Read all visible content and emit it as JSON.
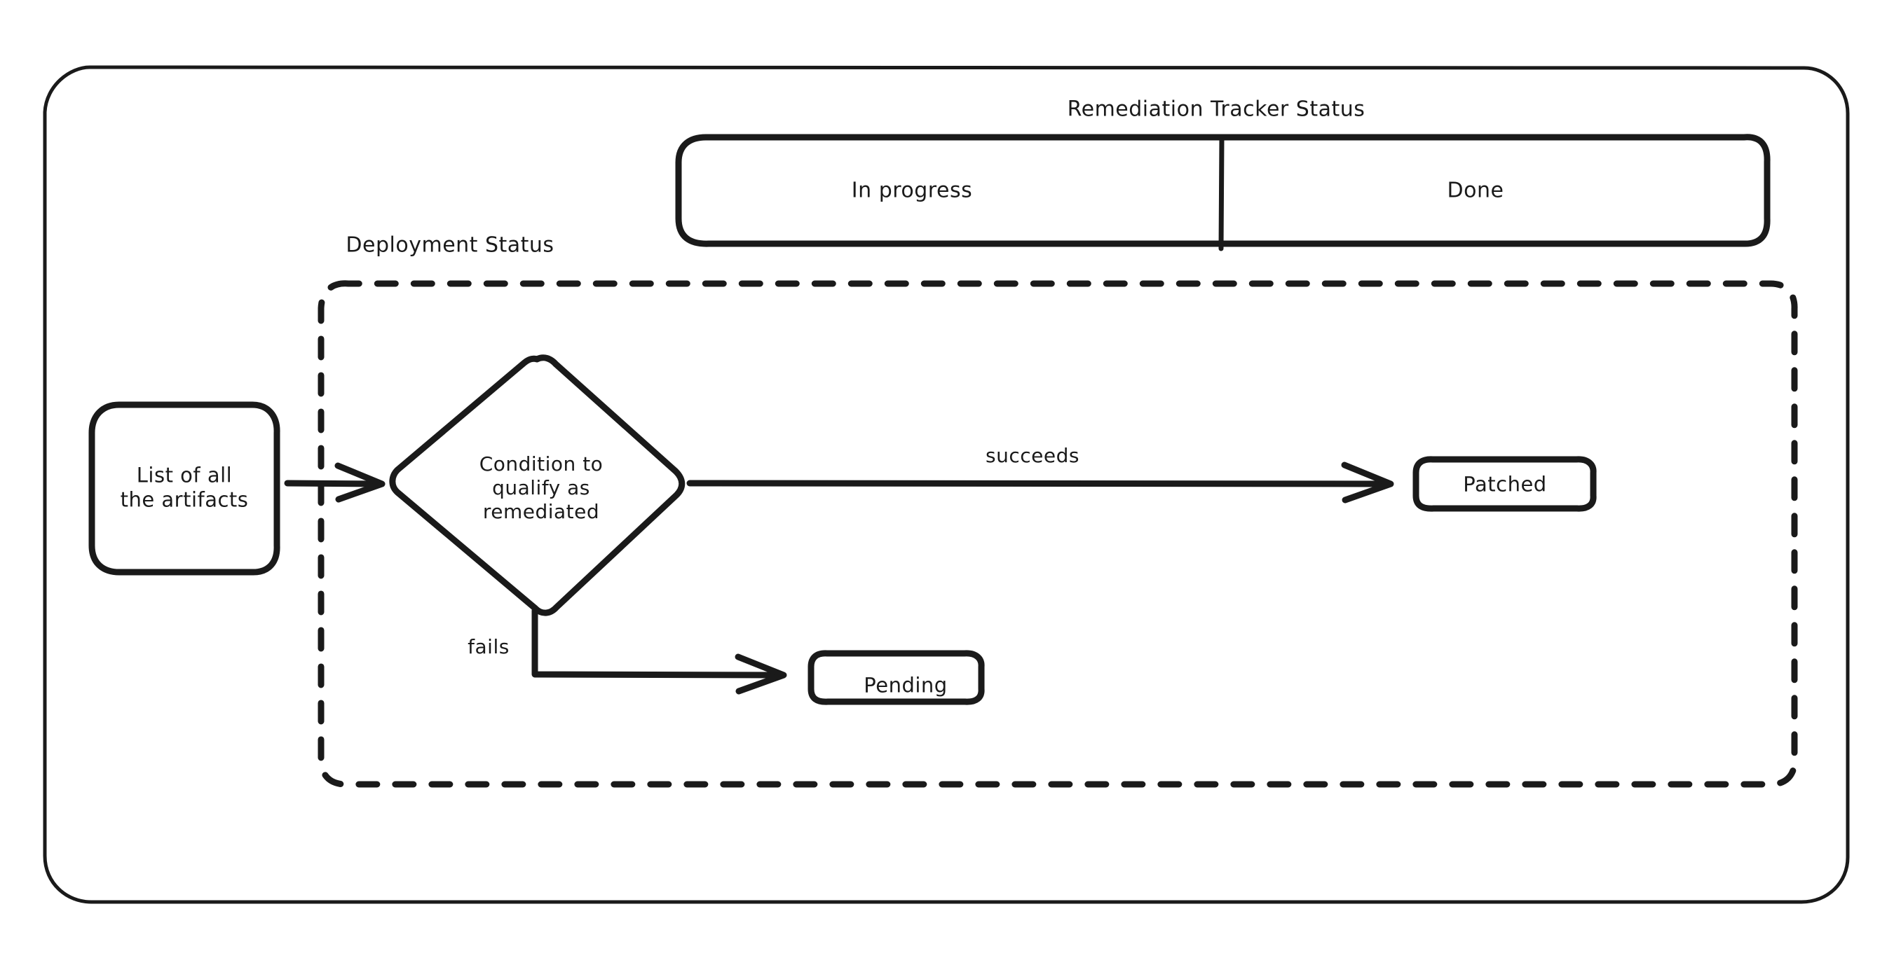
{
  "diagram": {
    "title": "Remediation Tracker Status",
    "background_color": "#ffffff",
    "ink_color": "#1a1a1a"
  },
  "lanes": {
    "group_label": "Remediation Tracker Status",
    "items": [
      {
        "label": "In progress"
      },
      {
        "label": "Done"
      }
    ]
  },
  "group": {
    "label": "Deployment Status"
  },
  "nodes": {
    "start": {
      "label_line1": "List of all",
      "label_line2": "the artifacts"
    },
    "decision": {
      "label_line1": "Condition to",
      "label_line2": "qualify as",
      "label_line3": "remediated"
    },
    "patched": {
      "label": "Patched"
    },
    "pending": {
      "label": "Pending"
    }
  },
  "edges": [
    {
      "label": "succeeds"
    },
    {
      "label": "fails"
    }
  ]
}
